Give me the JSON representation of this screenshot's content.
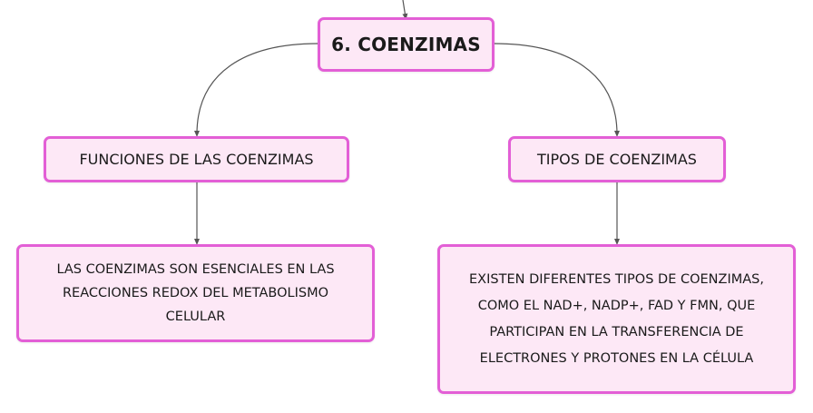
{
  "nodes": {
    "main": "6. COENZIMAS",
    "funciones": "FUNCIONES DE LAS COENZIMAS",
    "tipos": "TIPOS DE COENZIMAS",
    "funciones_desc": "LAS COENZIMAS SON ESENCIALES EN LAS REACCIONES REDOX DEL METABOLISMO CELULAR",
    "tipos_desc": "EXISTEN DIFERENTES TIPOS DE COENZIMAS, COMO EL NAD+, NADP+, FAD Y FMN, QUE PARTICIPAN EN LA TRANSFERENCIA DE ELECTRONES Y PROTONES EN LA CÉLULA"
  },
  "colors": {
    "node_fill": "#fde8f6",
    "node_border": "#e35fd6",
    "connector": "#555555"
  }
}
